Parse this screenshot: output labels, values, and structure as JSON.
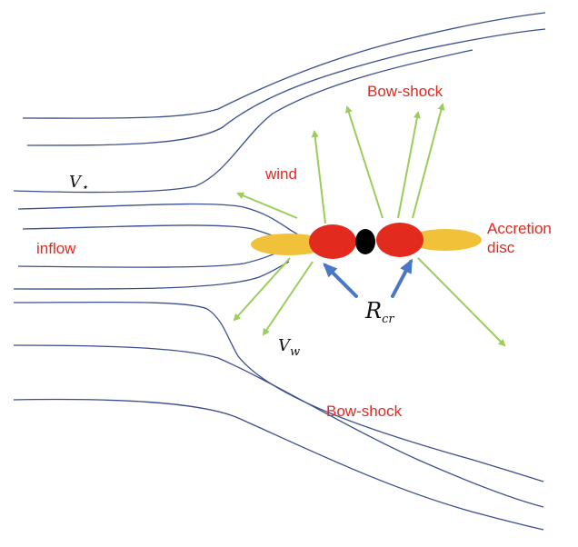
{
  "labels": {
    "bow_shock_top": "Bow-shock",
    "wind": "wind",
    "accretion_line1": "Accretion",
    "accretion_line2": "disc",
    "inflow": "inflow",
    "bow_shock_bottom": "Bow-shock",
    "v_star": "V",
    "v_star_sub": "⋆",
    "v_w": "V",
    "v_w_sub": "w",
    "r_cr": "R",
    "r_cr_sub": "cr"
  },
  "colors": {
    "streamline": "#3b4f8c",
    "wind_arrow": "#9acd5a",
    "pointer_arrow": "#4a78c4",
    "disc": "#f2c13a",
    "lobe": "#e22b1e",
    "compact_object": "#000000",
    "label_red": "#e02a1f"
  }
}
